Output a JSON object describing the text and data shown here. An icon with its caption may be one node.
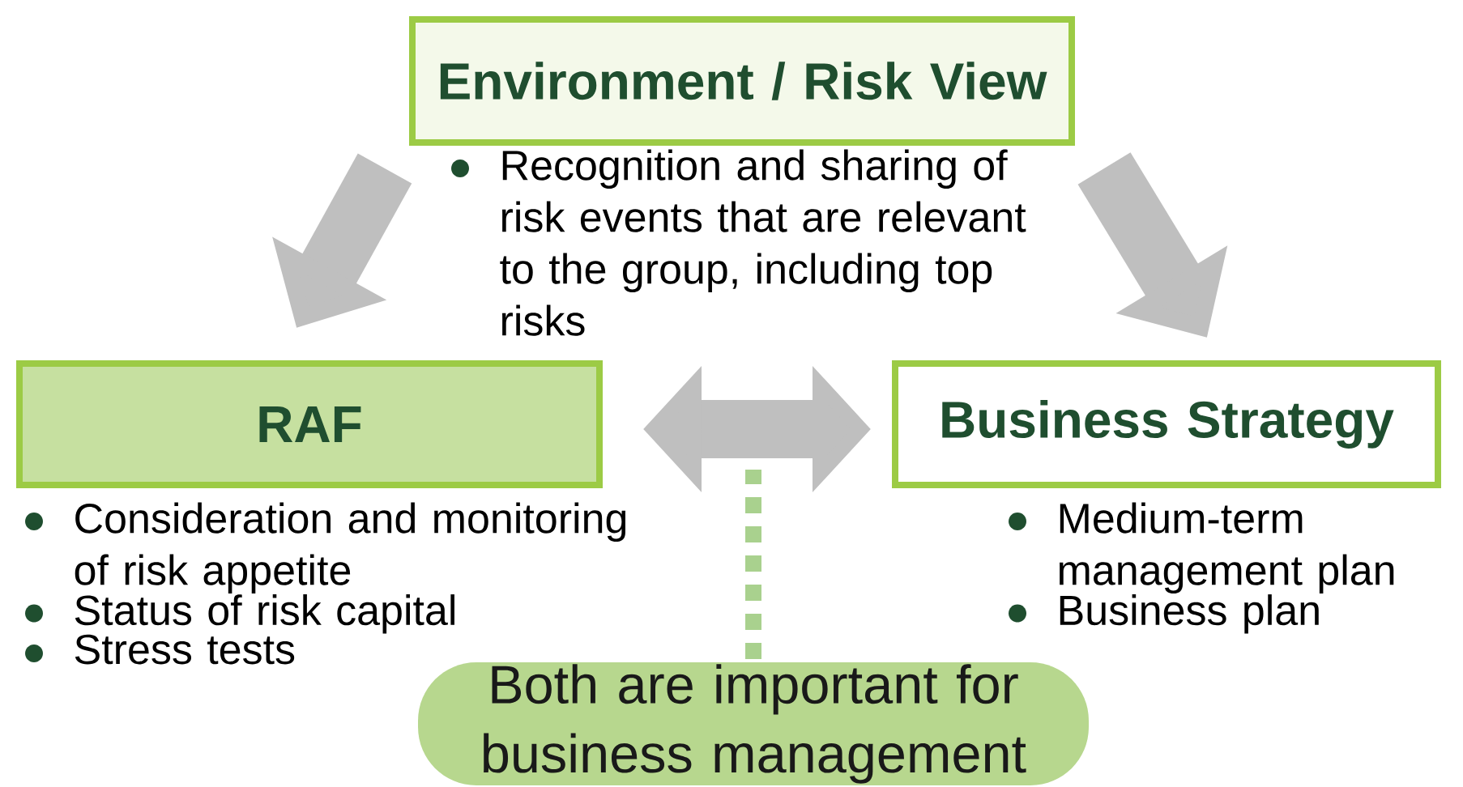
{
  "diagram": {
    "nodes": [
      {
        "text": [
          "Environment / Risk View"
        ],
        "beside": [
          "Recognition and sharing of risk events that are relevant to the group, including top risks"
        ]
      },
      {
        "text": [
          "RAF"
        ],
        "beside": [
          "Consideration and monitoring of risk appetite",
          "Status of risk capital",
          "Stress tests"
        ]
      },
      {
        "text": [
          "Business Strategy"
        ],
        "beside": [
          "Medium-term management plan",
          "Business plan"
        ]
      },
      {
        "text": [
          "Both are important for business management"
        ]
      }
    ],
    "edges": [
      {
        "from": 0,
        "to": 1,
        "arrow": "to"
      },
      {
        "from": 0,
        "to": 2,
        "arrow": "to"
      },
      {
        "from": 1,
        "to": 2,
        "arrow": "both"
      },
      {
        "from": 3,
        "to": null,
        "arrow": "none",
        "style": "dashed",
        "color": "#a9d18e"
      }
    ]
  }
}
